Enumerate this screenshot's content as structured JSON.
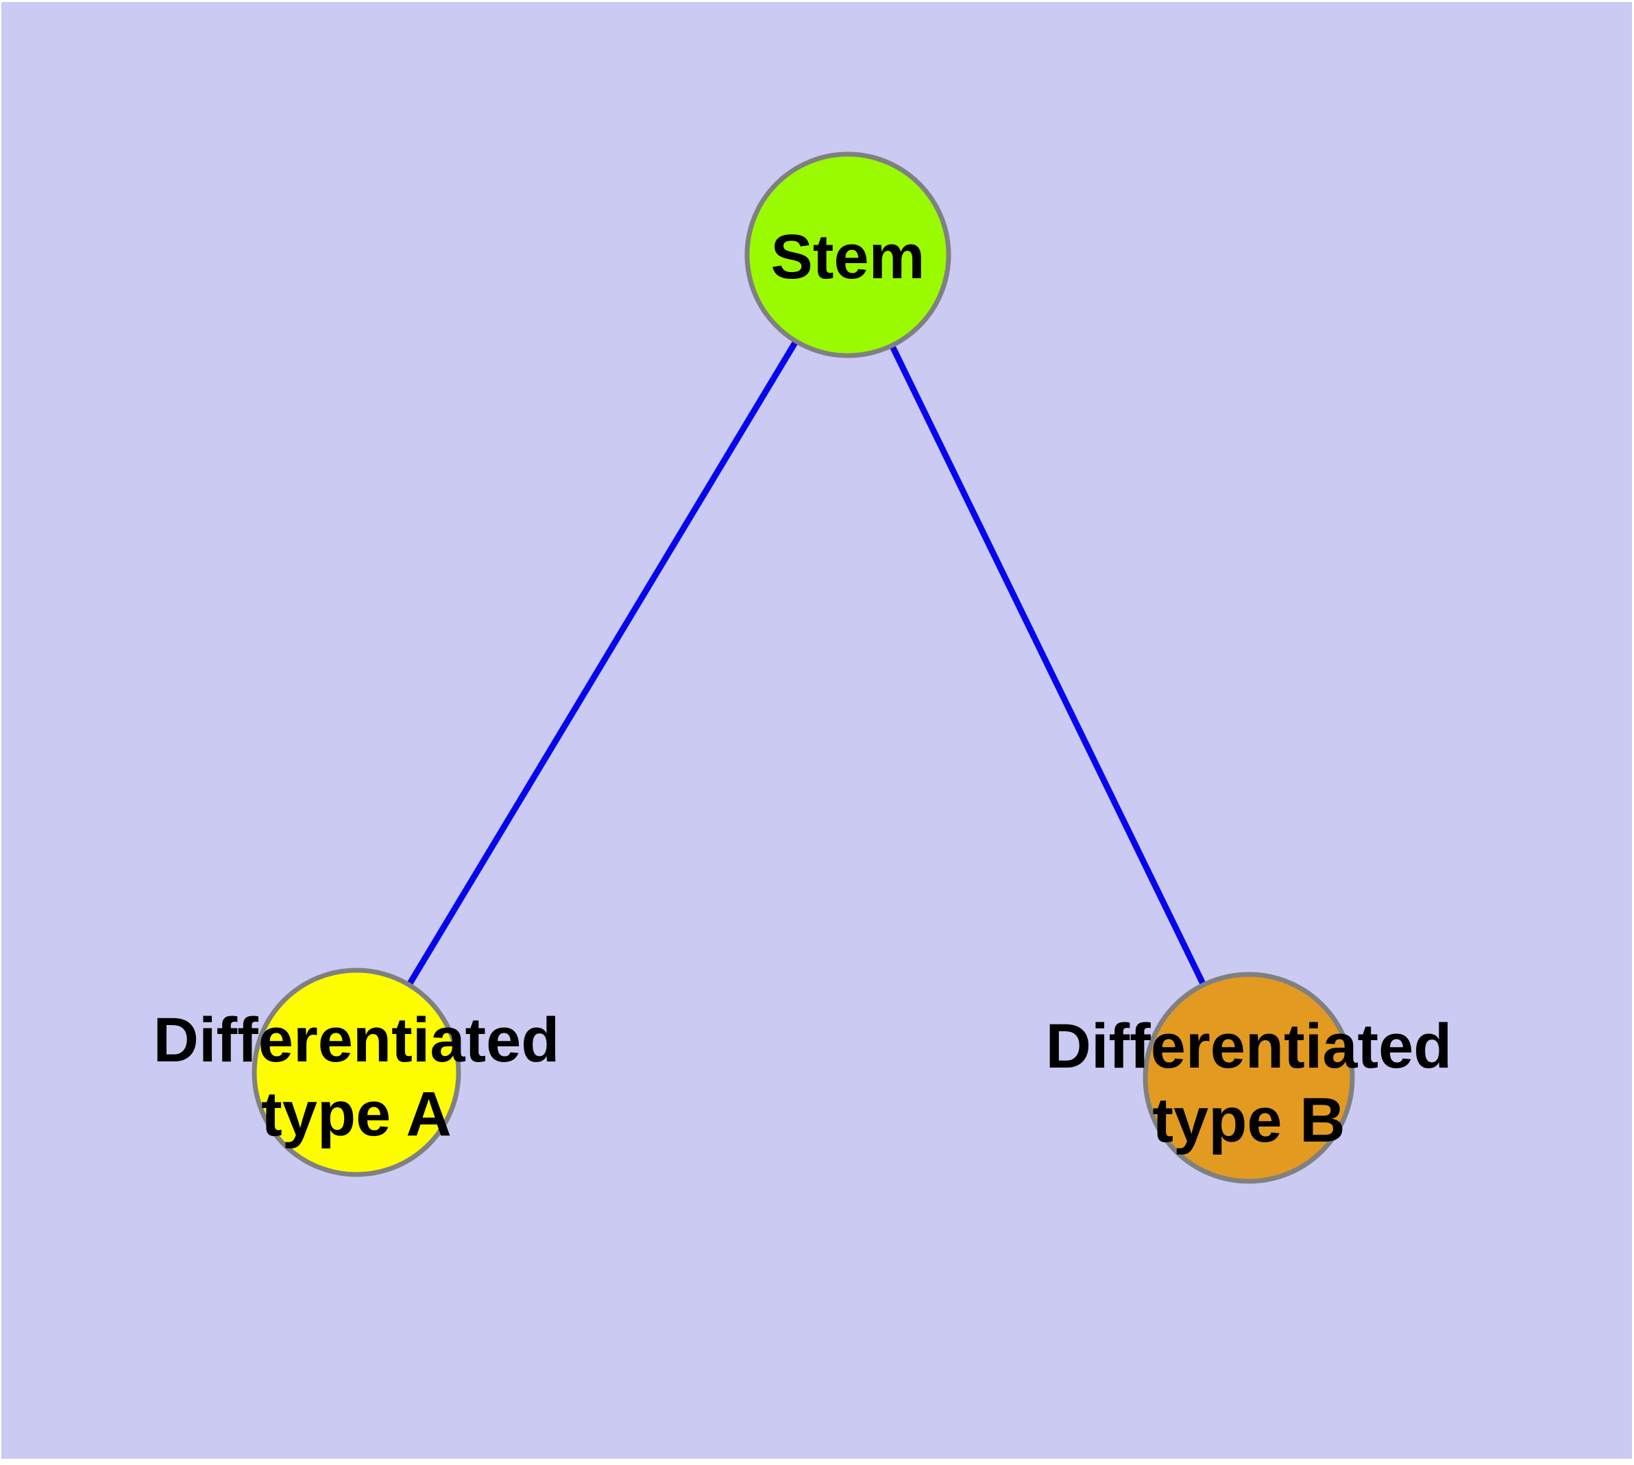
{
  "diagram": {
    "type": "node-link-graph",
    "background": {
      "page_color": "#ffffff",
      "panel_color": "#cacaf2"
    },
    "style": {
      "edge_color": "#0606ee",
      "node_border_color": "#808080",
      "label_color": "#000000"
    },
    "nodes": [
      {
        "id": "stem",
        "label": "Stem",
        "label_lines": [
          "Stem"
        ],
        "fill": "#9afb00"
      },
      {
        "id": "differentiated-type-a",
        "label": "Differentiated type A",
        "label_lines": [
          "Differentiated",
          "type A"
        ],
        "fill": "#fdfd00"
      },
      {
        "id": "differentiated-type-b",
        "label": "Differentiated type B",
        "label_lines": [
          "Differentiated",
          "type B"
        ],
        "fill": "#e29a21"
      }
    ],
    "edges": [
      {
        "source": "stem",
        "target": "differentiated-type-a"
      },
      {
        "source": "stem",
        "target": "differentiated-type-b"
      }
    ]
  }
}
